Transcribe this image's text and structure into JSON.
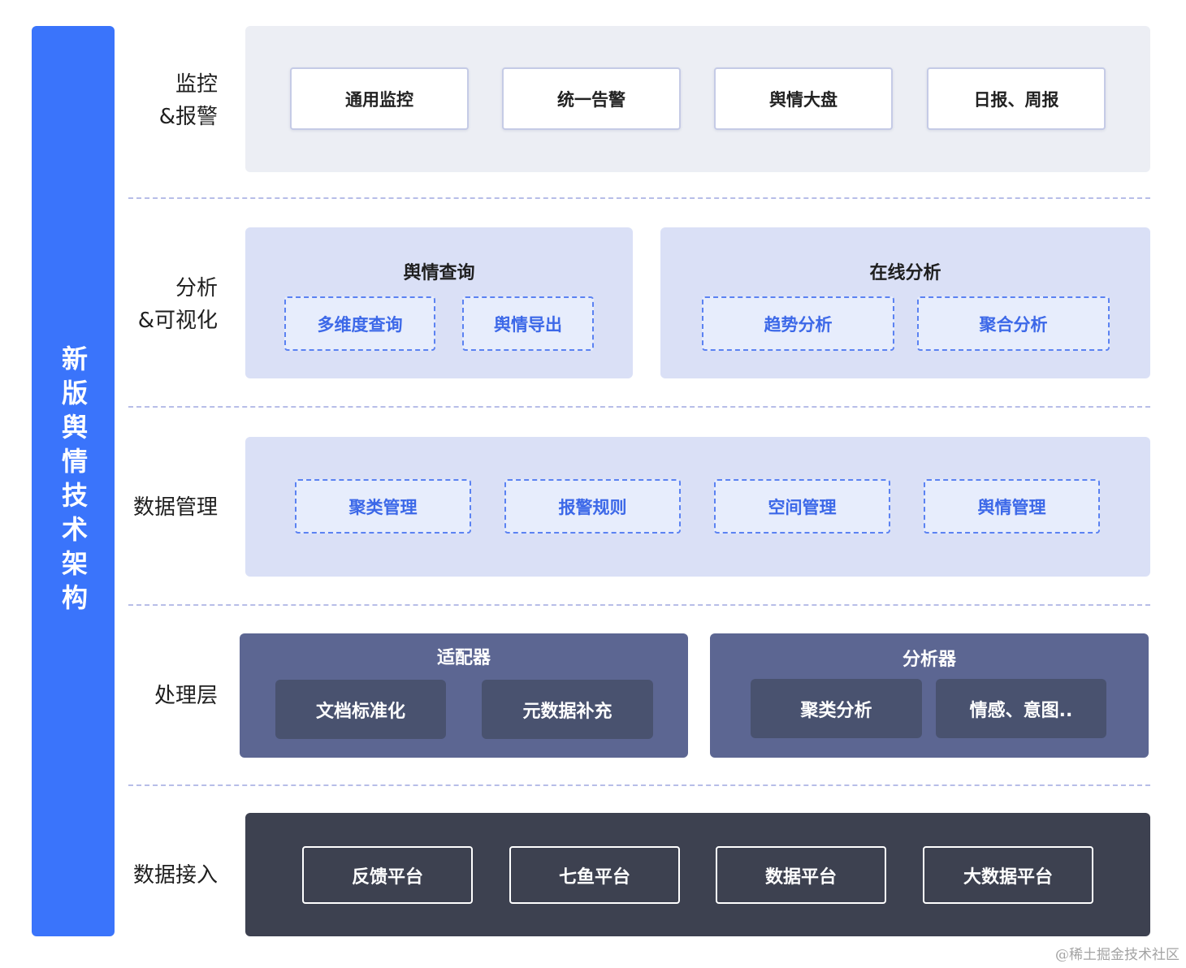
{
  "title": "新版舆情技术架构",
  "layers": {
    "monitor": {
      "label_lines": [
        "监控",
        "&报警"
      ],
      "items": [
        "通用监控",
        "统一告警",
        "舆情大盘",
        "日报、周报"
      ]
    },
    "analysis": {
      "label_lines": [
        "分析",
        "&可视化"
      ],
      "groups": [
        {
          "title": "舆情查询",
          "items": [
            "多维度查询",
            "舆情导出"
          ]
        },
        {
          "title": "在线分析",
          "items": [
            "趋势分析",
            "聚合分析"
          ]
        }
      ]
    },
    "data_mgmt": {
      "label": "数据管理",
      "items": [
        "聚类管理",
        "报警规则",
        "空间管理",
        "舆情管理"
      ]
    },
    "processing": {
      "label": "处理层",
      "groups": [
        {
          "title": "适配器",
          "items": [
            "文档标准化",
            "元数据补充"
          ]
        },
        {
          "title": "分析器",
          "items": [
            "聚类分析",
            "情感、意图.."
          ]
        }
      ]
    },
    "ingest": {
      "label": "数据接入",
      "items": [
        "反馈平台",
        "七鱼平台",
        "数据平台",
        "大数据平台"
      ]
    }
  },
  "watermark": "@稀土掘金技术社区",
  "colors": {
    "side_bar": "#3a74fb",
    "monitor_panel": "#eceef4",
    "analysis_panel": "#dae0f6",
    "processing_panel": "#5c6692",
    "ingest_panel": "#3d4150",
    "dashed_accent": "#5b82f2"
  }
}
